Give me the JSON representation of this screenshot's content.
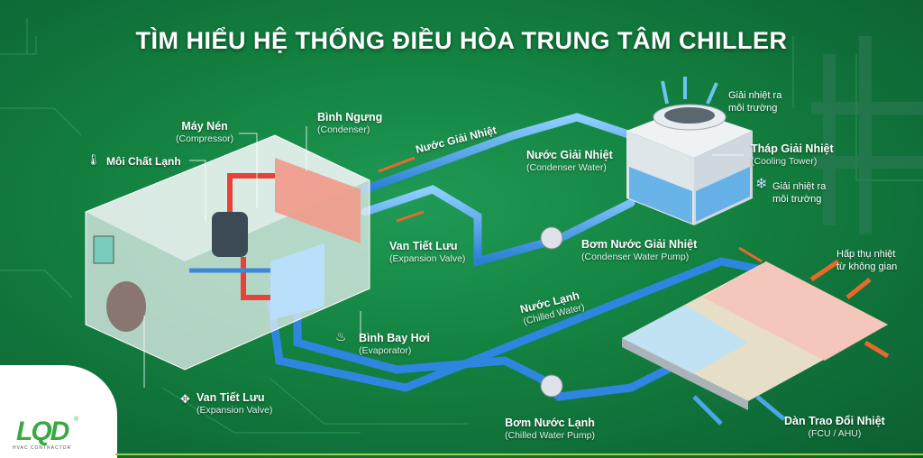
{
  "title": "TÌM HIỂU HỆ THỐNG ĐIỀU HÒA TRUNG TÂM CHILLER",
  "labels": {
    "refrigerant": "Môi Chất Lạnh",
    "compressor": {
      "vi": "Máy Nén",
      "en": "(Compressor)"
    },
    "condenser": {
      "vi": "Bình Ngưng",
      "en": "(Condenser)"
    },
    "condenser_water_pipe": "Nước Giải Nhiệt",
    "condenser_water": {
      "vi": "Nước Giải Nhiệt",
      "en": "(Condenser Water)"
    },
    "expansion_valve_top": {
      "vi": "Van Tiết Lưu",
      "en": "(Expansion Valve)"
    },
    "condenser_pump": {
      "vi": "Bơm Nước Giải Nhiệt",
      "en": "(Condenser Water Pump)"
    },
    "heat_release_top": {
      "l1": "Giải nhiệt ra",
      "l2": "môi trường"
    },
    "cooling_tower": {
      "vi": "Tháp Giải Nhiệt",
      "en": "(Cooling Tower)"
    },
    "heat_release_side": {
      "l1": "Giải nhiệt ra",
      "l2": "môi trường"
    },
    "heat_absorb": {
      "l1": "Hấp thụ nhiệt",
      "l2": "từ không gian"
    },
    "chilled_water": {
      "vi": "Nước Lạnh",
      "en": "(Chilled Water)"
    },
    "evaporator": {
      "vi": "Bình Bay Hơi",
      "en": "(Evaporator)"
    },
    "expansion_valve_bottom": {
      "vi": "Van Tiết Lưu",
      "en": "(Expansion Valve)"
    },
    "chilled_pump": {
      "vi": "Bơm Nước Lạnh",
      "en": "(Chilled Water Pump)"
    },
    "fcu": {
      "vi": "Dàn Trao Đổi Nhiệt",
      "en": "(FCU / AHU)"
    }
  },
  "logo": {
    "text": "LQD",
    "sub": "HVAC CONTRACTOR"
  },
  "colors": {
    "background": "#13803f",
    "pipe_water": "#3f9ee8",
    "refrigerant_hot": "#e5433a",
    "heat_arrow": "#e8692e"
  }
}
